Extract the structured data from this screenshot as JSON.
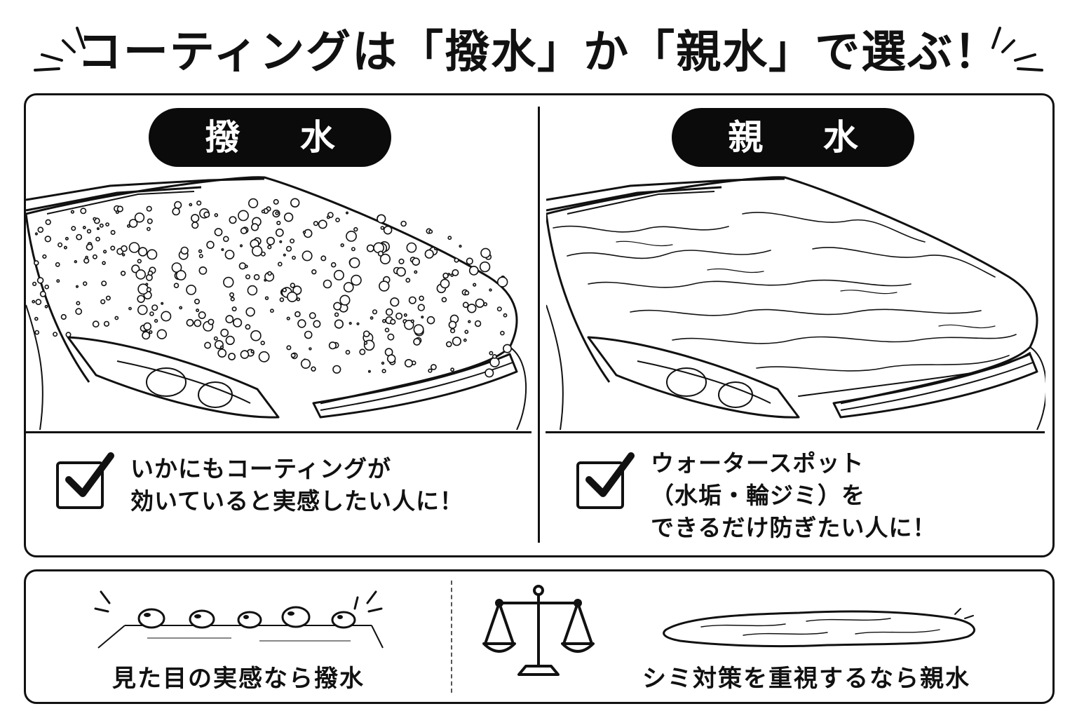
{
  "header": {
    "title": "コーティングは「撥水」か「親水」で選ぶ！"
  },
  "left_panel": {
    "label": "撥 水",
    "illustration": "car-hood-beading-water",
    "check_text_lines": [
      "いかにもコーティングが",
      "効いていると実感したい人に！"
    ]
  },
  "right_panel": {
    "label": "親 水",
    "illustration": "car-hood-sheeting-water",
    "check_text_lines": [
      "ウォータースポット",
      "（水垢・輪ジミ）を",
      "できるだけ防ぎたい人に！"
    ]
  },
  "bottom": {
    "left_caption": "見た目の実感なら撥水",
    "right_caption": "シミ対策を重視するなら親水",
    "icons": [
      "water-beads-icon",
      "balance-scale-icon",
      "water-puddle-icon"
    ]
  },
  "colors": {
    "ink": "#111111",
    "pill_bg": "#0b0b0b",
    "paper": "#ffffff"
  }
}
